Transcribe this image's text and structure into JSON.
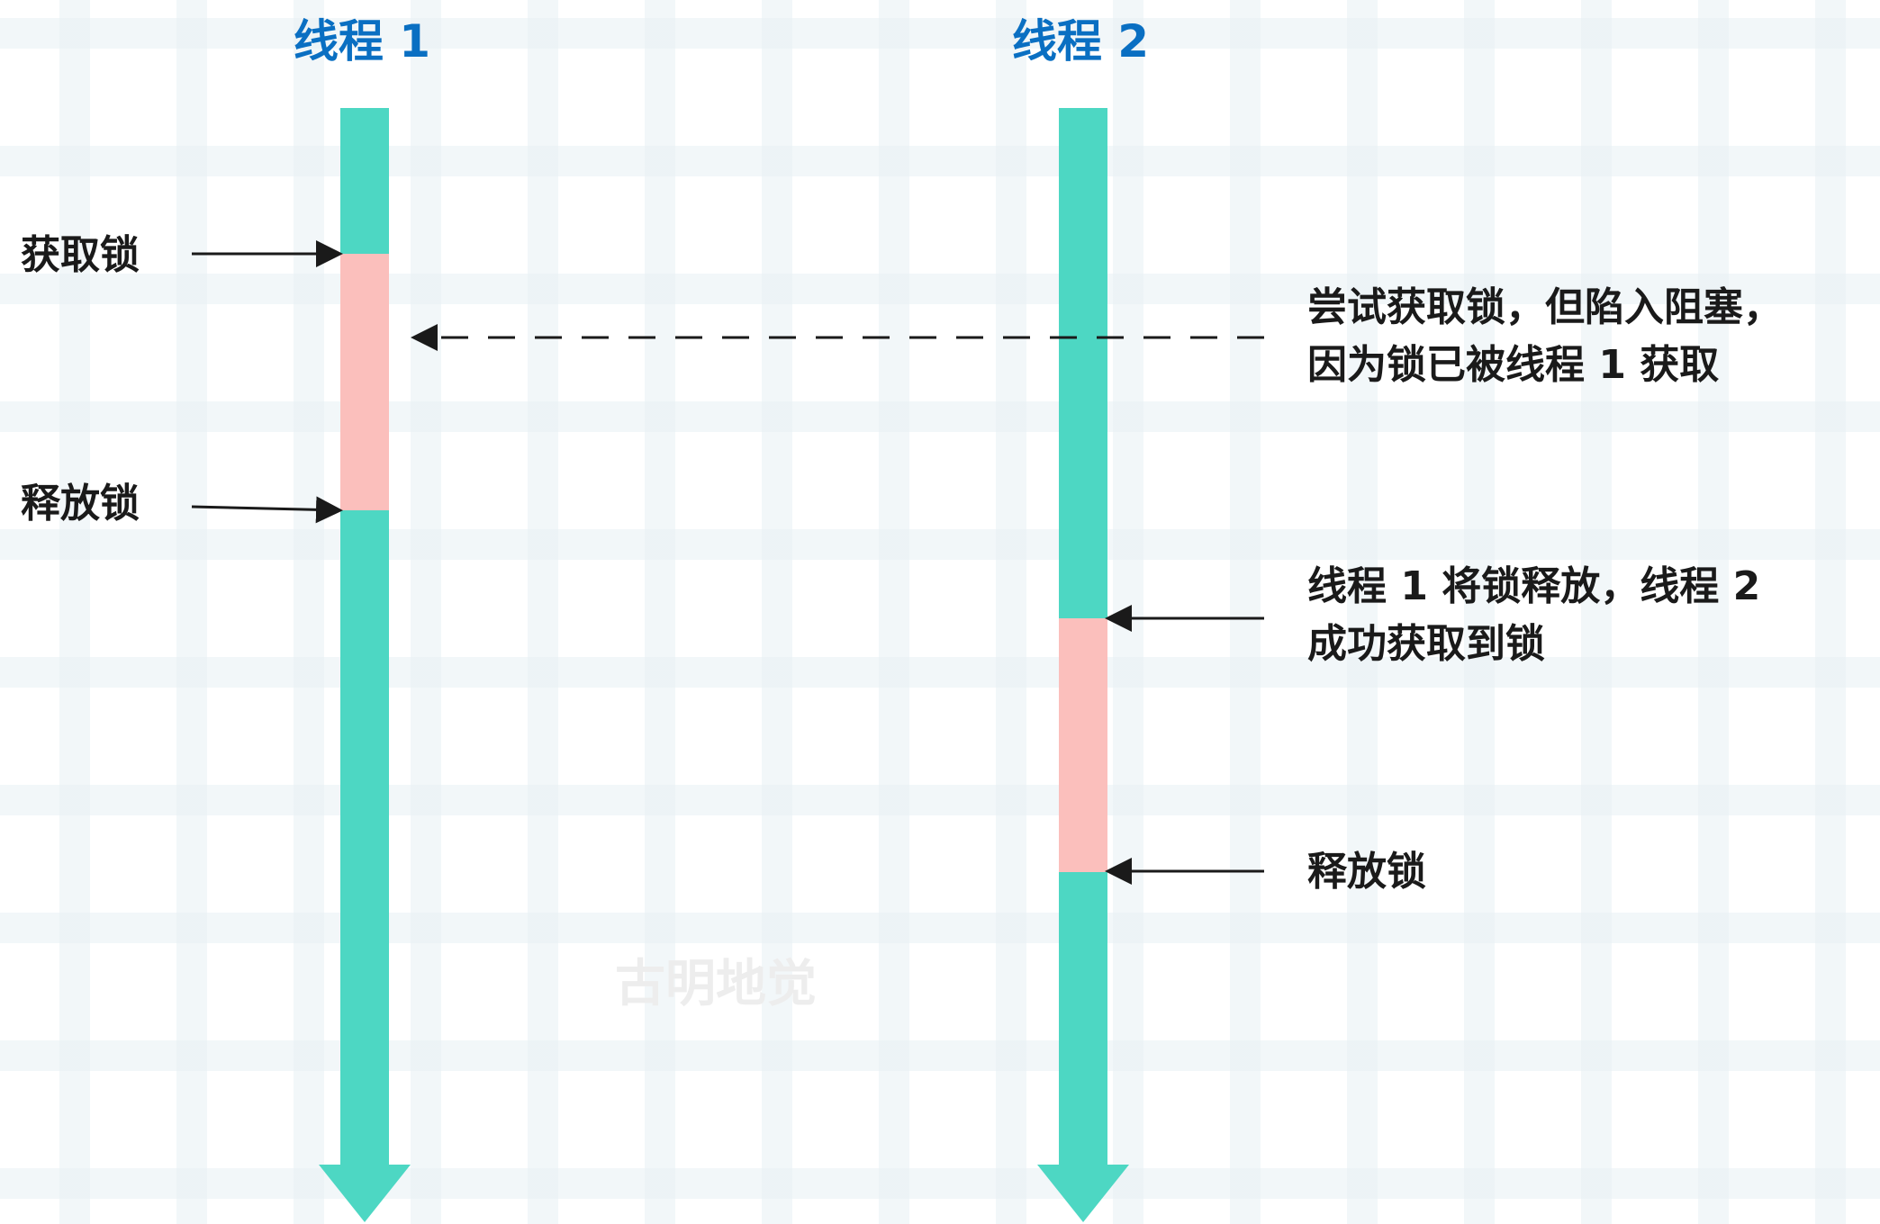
{
  "threads": [
    {
      "title": "线程 1",
      "events": [
        {
          "label": "获取锁"
        },
        {
          "label": "释放锁"
        }
      ]
    },
    {
      "title": "线程 2",
      "events": [
        {
          "label_line1": "尝试获取锁，但陷入阻塞，",
          "label_line2": "因为锁已被线程 1 获取"
        },
        {
          "label_line1": "线程 1 将锁释放，线程 2",
          "label_line2": "成功获取到锁"
        },
        {
          "label": "释放锁"
        }
      ]
    }
  ],
  "watermark": "古明地觉",
  "colors": {
    "thread_bar": "#4dd7c3",
    "lock_held": "#fbbfbc",
    "title": "#0a6fc2",
    "label": "#1a1a1a",
    "arrow": "#1a1a1a"
  }
}
